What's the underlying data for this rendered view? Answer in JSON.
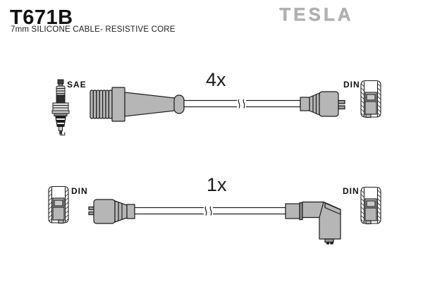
{
  "header": {
    "part_number": "T671B",
    "description": "7mm SILICONE CABLE- RESISTIVE CORE",
    "brand": "TESLA"
  },
  "diagram": {
    "colors": {
      "outline": "#1c1c1c",
      "fill": "#b6b6b6"
    },
    "rows": [
      {
        "quantity": "4x",
        "left_terminal": "SAE",
        "right_terminal": "DIN",
        "left_icon": "spark-plug",
        "right_icon": "din-socket"
      },
      {
        "quantity": "1x",
        "left_terminal": "DIN",
        "right_terminal": "DIN",
        "left_icon": "din-socket",
        "right_icon": "din-socket"
      }
    ]
  }
}
